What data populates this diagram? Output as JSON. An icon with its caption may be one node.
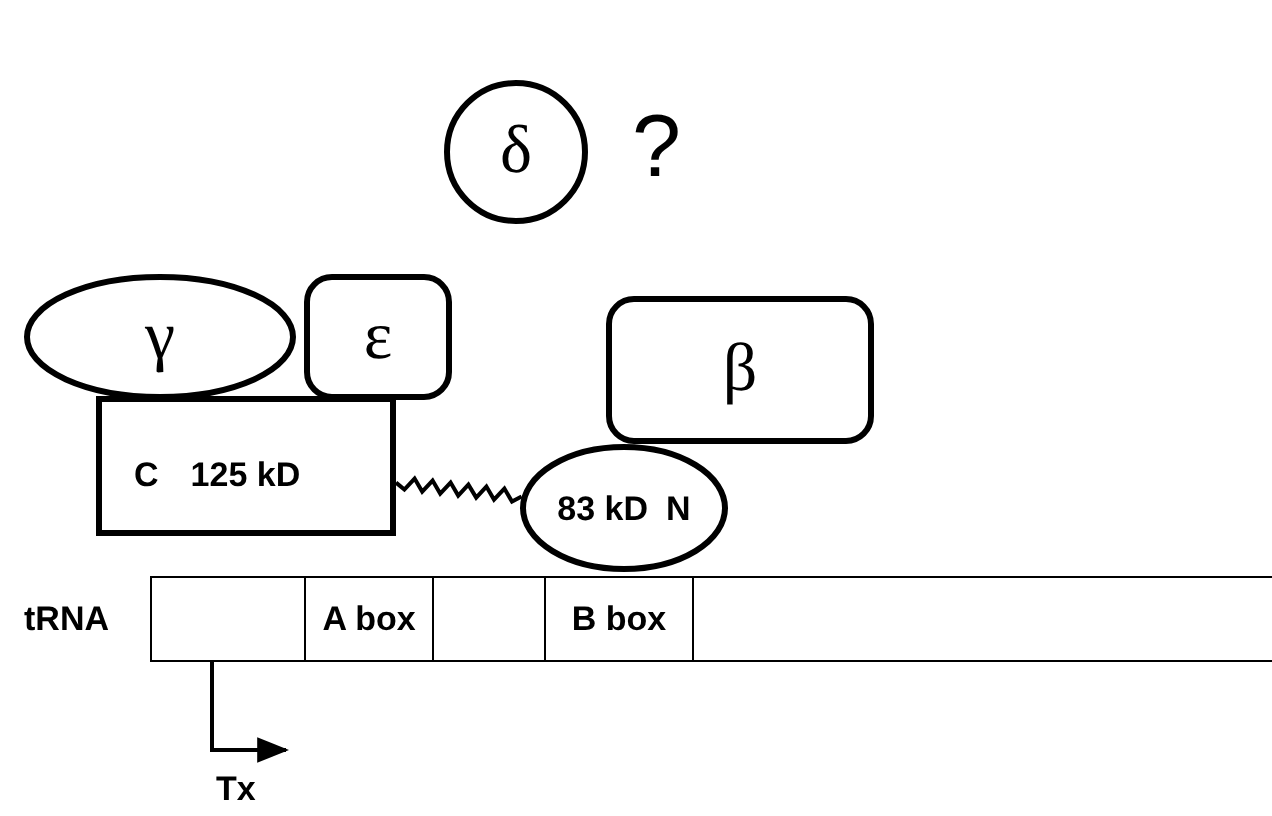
{
  "diagram": {
    "nodes": [
      {
        "text": [
          "δ"
        ],
        "beside": [
          "?"
        ]
      },
      {
        "text": [
          "γ"
        ]
      },
      {
        "text": [
          "ε"
        ]
      },
      {
        "text": [
          "C",
          "125 kD"
        ]
      },
      {
        "text": [
          "β"
        ]
      },
      {
        "text": [
          "83 kD",
          "N"
        ]
      },
      {
        "text": [
          "tRNA"
        ]
      },
      {
        "text": [
          "A box"
        ],
        "in": 6
      },
      {
        "text": [
          "B box"
        ],
        "in": 6
      }
    ],
    "edges": [
      {
        "from": 3,
        "to": 5,
        "arrow": "none"
      }
    ],
    "labels": [
      "Tx"
    ]
  }
}
